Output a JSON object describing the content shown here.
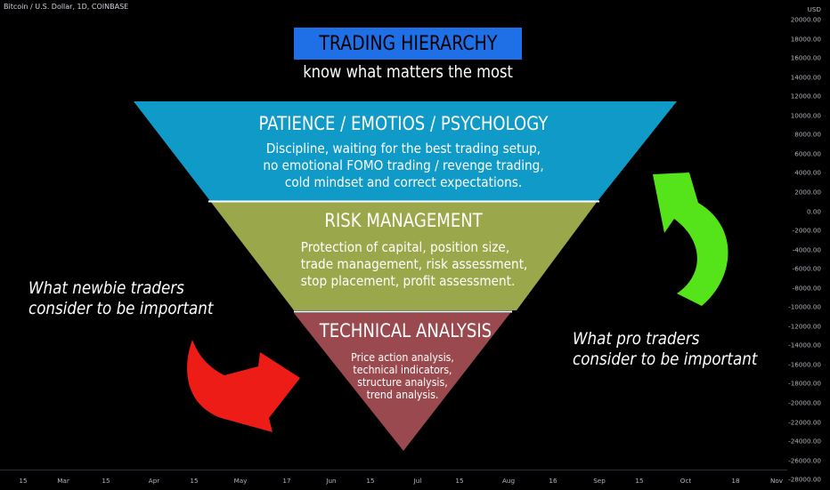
{
  "chart": {
    "symbol_label": "Bitcoin / U.S. Dollar, 1D, COINBASE",
    "y_unit": "USD",
    "y_ticks": [
      "20000.00",
      "18000.00",
      "16000.00",
      "14000.00",
      "12000.00",
      "10000.00",
      "8000.00",
      "6000.00",
      "4000.00",
      "2000.00",
      "0.00",
      "-2000.00",
      "-4000.00",
      "-6000.00",
      "-8000.00",
      "-10000.00",
      "-12000.00",
      "-14000.00",
      "-16000.00",
      "-18000.00",
      "-20000.00",
      "-22000.00",
      "-24000.00",
      "-26000.00",
      "-28000.00"
    ],
    "x_ticks": [
      "15",
      "Mar",
      "15",
      "Apr",
      "15",
      "May",
      "17",
      "Jun",
      "15",
      "Jul",
      "15",
      "Aug",
      "16",
      "Sep",
      "15",
      "Oct",
      "18",
      "Nov"
    ]
  },
  "header": {
    "title": "TRADING HIERARCHY",
    "subtitle": "know what matters the most"
  },
  "tiers": [
    {
      "title": "PATIENCE / EMOTIOS / PSYCHOLOGY",
      "lines": [
        "Discipline, waiting for the best trading setup,",
        "no emotional FOMO trading / revenge trading,",
        "cold mindset and correct expectations."
      ]
    },
    {
      "title": "RISK MANAGEMENT",
      "lines": [
        "Protection of capital, position size,",
        "trade management, risk assessment,",
        "stop placement, profit assessment."
      ]
    },
    {
      "title": "TECHNICAL ANALYSIS",
      "lines": [
        "Price action analysis,",
        "technical indicators,",
        "structure analysis,",
        "trend analysis."
      ]
    }
  ],
  "notes": {
    "newbie": [
      "What newbie traders",
      "consider to be important"
    ],
    "pro": [
      "What pro traders",
      "consider to be important"
    ]
  },
  "colors": {
    "title_box": "#1f6fe6",
    "tier_1": "#0f9ac7",
    "tier_2": "#9aa84b",
    "tier_3": "#9a4a4e",
    "arrow_newbie": "#ee1c17",
    "arrow_pro": "#55e31a"
  }
}
